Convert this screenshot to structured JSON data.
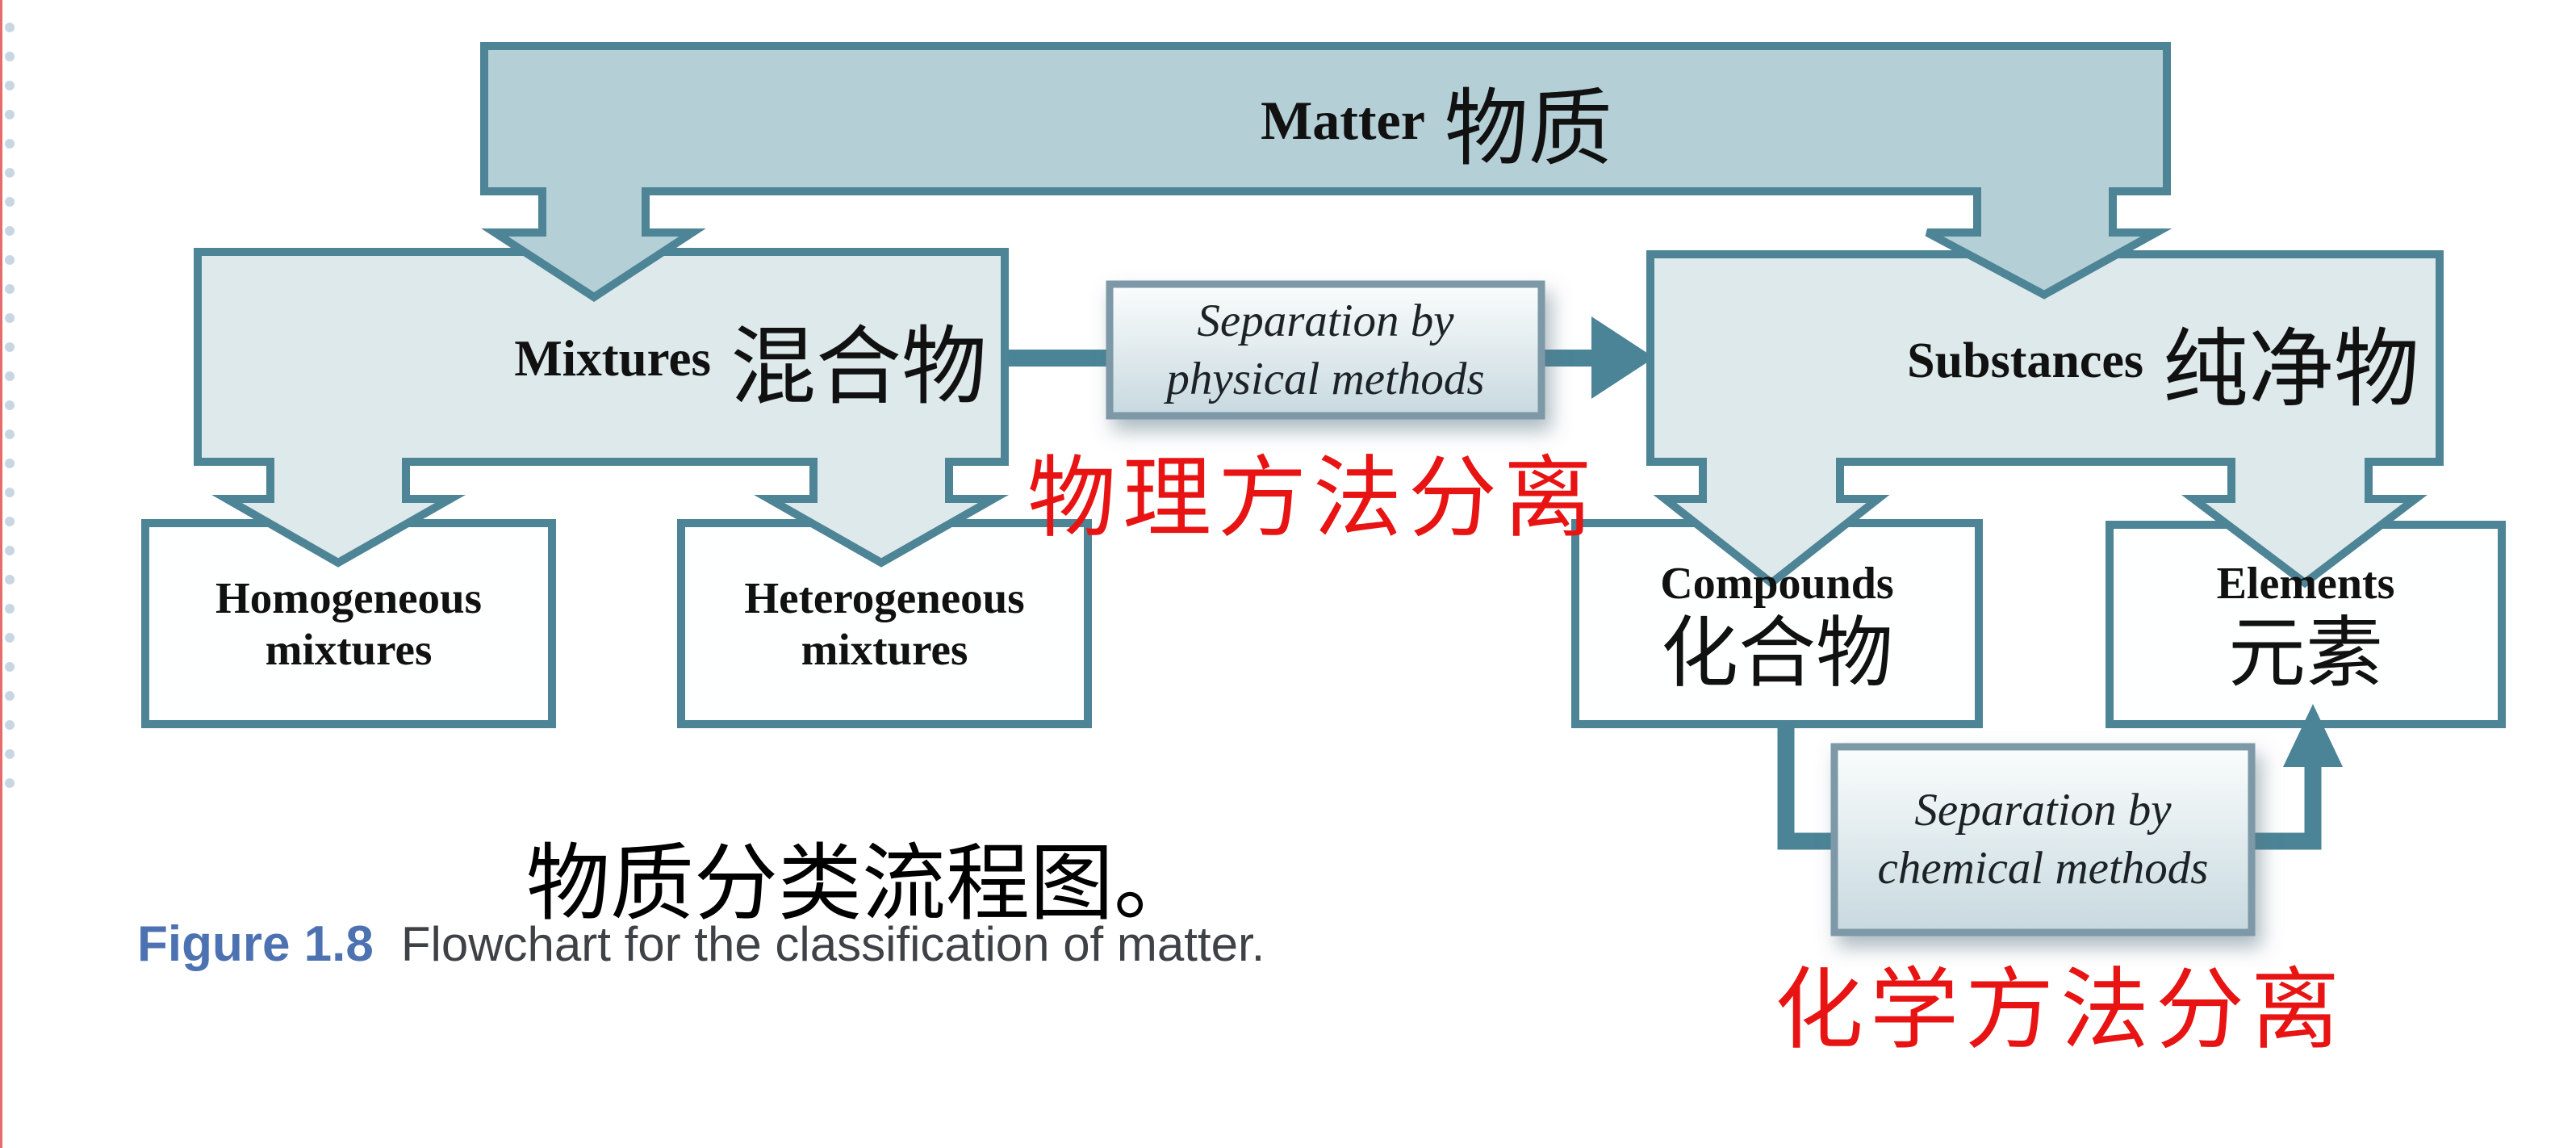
{
  "nodes": {
    "matter": {
      "en": "Matter",
      "cn": "物质"
    },
    "mixtures": {
      "en": "Mixtures",
      "cn": "混合物"
    },
    "substances": {
      "en": "Substances",
      "cn": "纯净物"
    },
    "homogeneous": {
      "line1": "Homogeneous",
      "line2": "mixtures"
    },
    "heterogeneous": {
      "line1": "Heterogeneous",
      "line2": "mixtures"
    },
    "compounds": {
      "en": "Compounds",
      "cn": "化合物"
    },
    "elements": {
      "en": "Elements",
      "cn": "元素"
    }
  },
  "separators": {
    "physical": {
      "line1": "Separation by",
      "line2": "physical methods",
      "cn": "物理方法分离"
    },
    "chemical": {
      "line1": "Separation by",
      "line2": "chemical methods",
      "cn": "化学方法分离"
    }
  },
  "caption": {
    "cn": "物质分类流程图。",
    "figure_label": "Figure 1.8",
    "text": "Flowchart for the classification of matter."
  },
  "colors": {
    "arrow_fill": "#b5cfd7",
    "node_fill": "#dde9ea",
    "leaf_fill": "#feffff",
    "outline": "#4d8496",
    "connector": "#4a8496",
    "sep_box_border": "#7d99a7",
    "sep_box_gradient_top": "#fbfdfd",
    "sep_box_gradient_bottom": "#c7d9df",
    "red_text": "#e81414",
    "figure_label_blue": "#4d72b2",
    "caption_gray": "#3e4247",
    "margin_dots": "#c7d6e1",
    "margin_line": "#e96a6a"
  }
}
